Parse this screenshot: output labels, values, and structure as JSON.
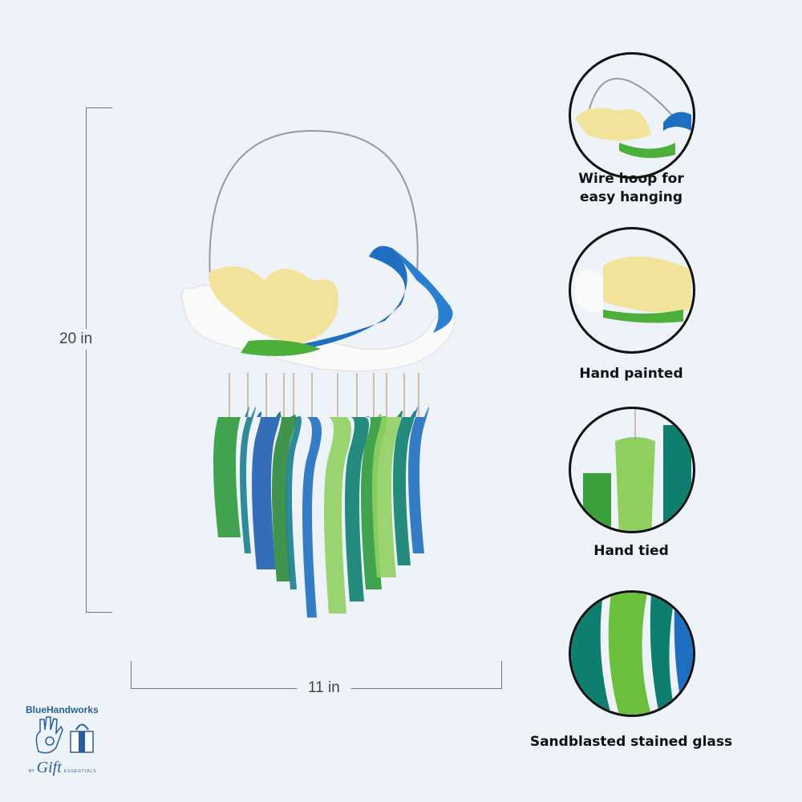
{
  "dimensions": {
    "height": "20 in",
    "width": "11 in"
  },
  "features": [
    {
      "label": "Wire hoop for easy hanging"
    },
    {
      "label": "Hand painted"
    },
    {
      "label": "Hand tied"
    },
    {
      "label": "Sandblasted stained glass"
    }
  ],
  "logo": {
    "brand": "BlueHandworks",
    "by": "BY",
    "gift": "Gift",
    "essentials": "ESSENTIALS"
  },
  "colors": {
    "background": "#eef3f9",
    "blue": "#1f6fc0",
    "green": "#2e9a3a",
    "yellow": "#f1e39a"
  }
}
